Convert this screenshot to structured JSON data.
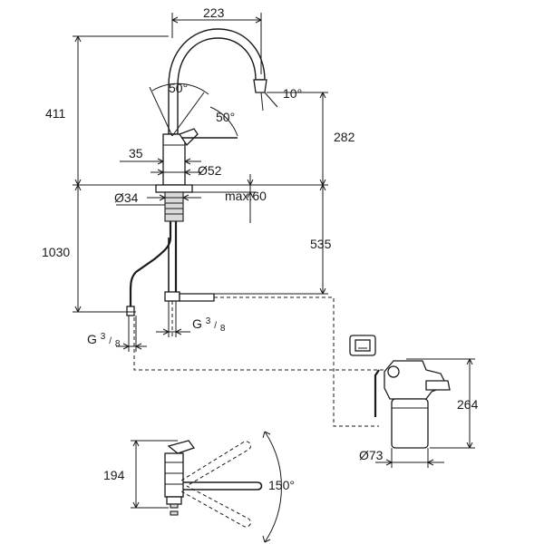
{
  "dimensions": {
    "spout_reach": "223",
    "total_height": "411",
    "spout_height": "282",
    "lever_angle_left": "50°",
    "lever_angle_right": "50°",
    "spout_tip_angle": "10°",
    "lever_offset": "35",
    "body_diameter": "Ø52",
    "hole_diameter": "Ø34",
    "counter_thickness": "max.60",
    "hose_length": "1030",
    "hose_below_counter": "535",
    "connection_left": {
      "base": "G",
      "num": "3",
      "den": "8"
    },
    "connection_right": {
      "base": "G",
      "num": "3",
      "den": "8"
    },
    "filter_height": "264",
    "filter_diameter": "Ø73",
    "plan_height": "194",
    "swivel_angle": "150°"
  }
}
